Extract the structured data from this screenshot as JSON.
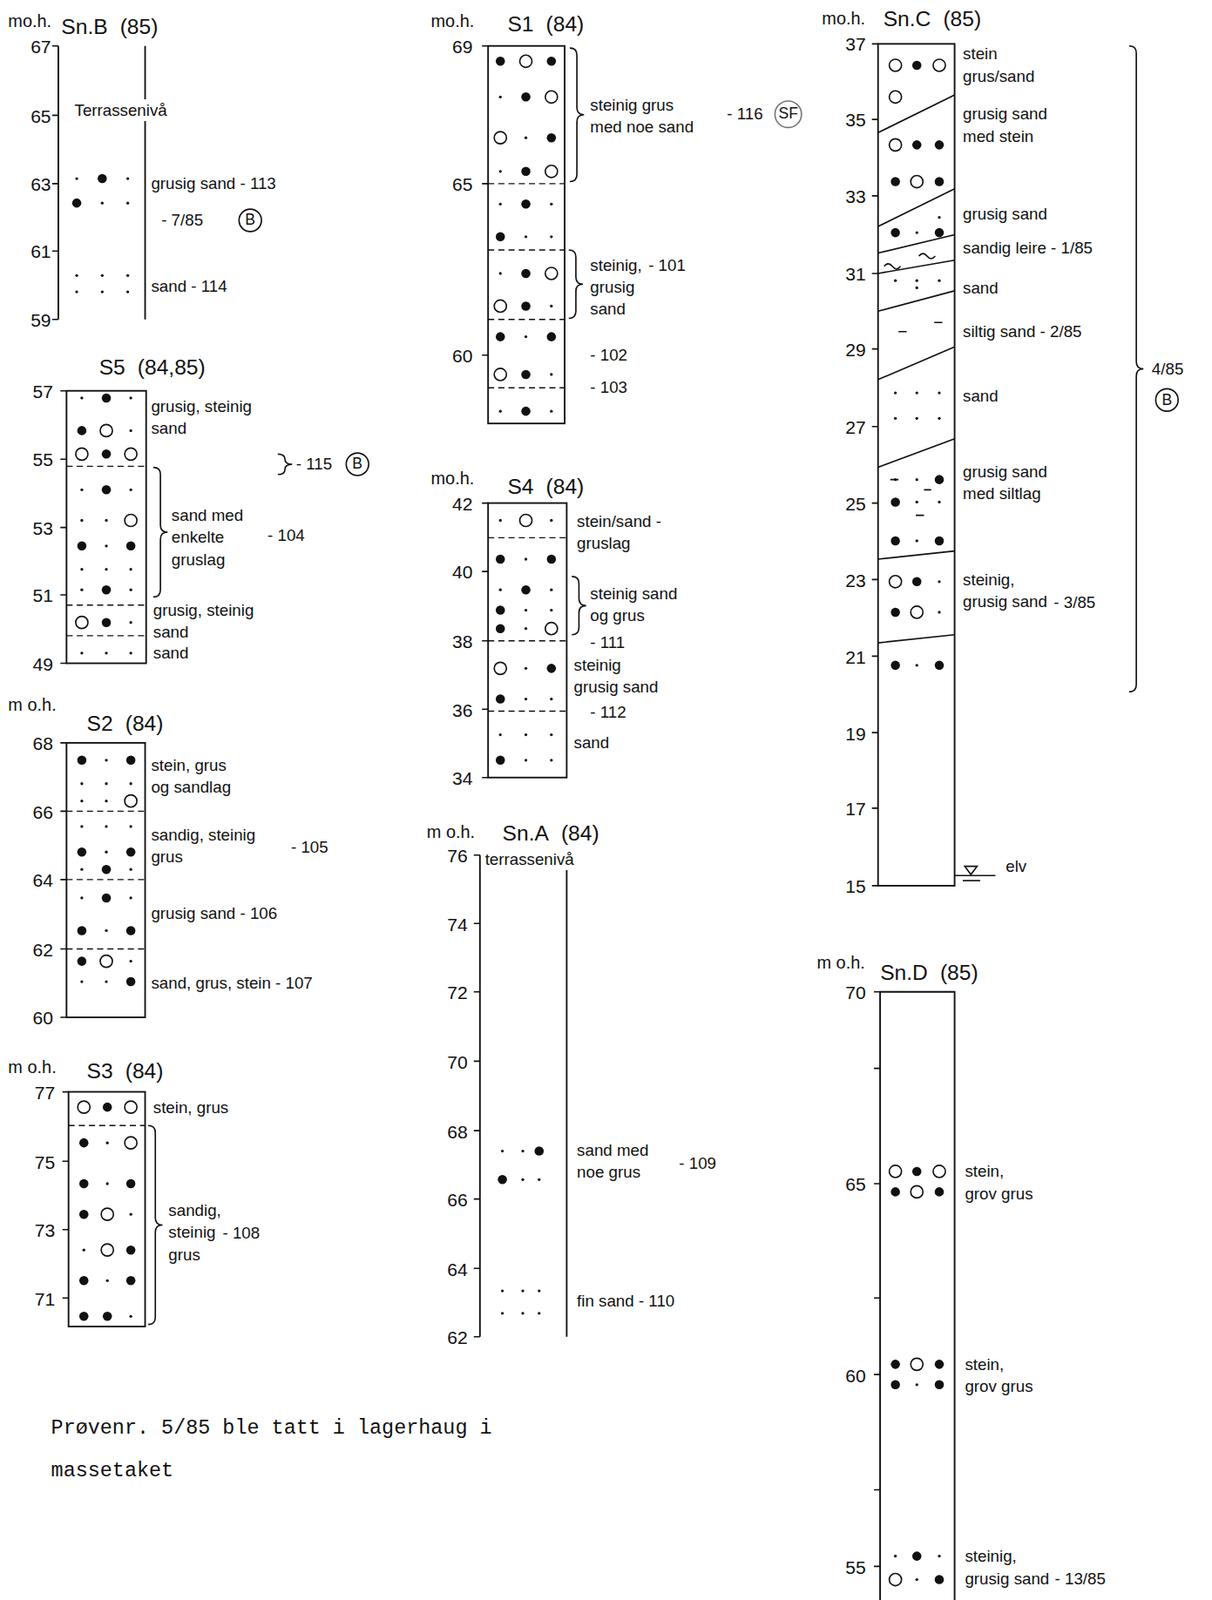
{
  "diagram": {
    "nodes": [
      {
        "text": [
          "Sn.B",
          "(85)"
        ]
      },
      {
        "text": [
          "S5",
          "(84,85)"
        ]
      },
      {
        "text": [
          "S2",
          "(84)"
        ]
      },
      {
        "text": [
          "S3",
          "(84)"
        ]
      },
      {
        "text": [
          "S1",
          "(84)"
        ]
      },
      {
        "text": [
          "S4",
          "(84)"
        ]
      },
      {
        "text": [
          "Sn.A",
          "(84)"
        ]
      },
      {
        "text": [
          "Sn.C",
          "(85)"
        ]
      },
      {
        "text": [
          "Sn.D",
          "(85)"
        ]
      }
    ],
    "labels": [
      "mo.h.",
      "67",
      "65",
      "63",
      "61",
      "59",
      "Terrassenivå",
      "grusig sand - 113",
      "- 7/85",
      "B",
      "sand - 114",
      "57",
      "55",
      "53",
      "51",
      "49",
      "grusig, steinig sand",
      "- 115",
      "B",
      "sand med enkelte gruslag",
      "- 104",
      "grusig, steinig sand",
      "sand",
      "m o.h.",
      "68",
      "66",
      "64",
      "62",
      "60",
      "stein, grus og sandlag",
      "sandig, steinig grus",
      "- 105",
      "grusig sand - 106",
      "sand, grus, stein - 107",
      "m o.h.",
      "77",
      "75",
      "73",
      "71",
      "stein, grus",
      "sandig, steinig grus",
      "- 108",
      "mo.h.",
      "69",
      "65",
      "60",
      "steinig grus med noe sand",
      "- 116",
      "SF",
      "steinig, grusig sand",
      "- 101",
      "- 102",
      "- 103",
      "mo.h.",
      "42",
      "40",
      "38",
      "36",
      "34",
      "stein/sand - gruslag",
      "steinig sand og grus",
      "- 111",
      "steinig grusig sand",
      "- 112",
      "sand",
      "m o.h.",
      "76",
      "74",
      "72",
      "70",
      "68",
      "66",
      "64",
      "62",
      "terrassenivå",
      "sand med noe grus",
      "- 109",
      "fin sand - 110",
      "mo.h.",
      "37",
      "35",
      "33",
      "31",
      "29",
      "27",
      "25",
      "23",
      "21",
      "19",
      "17",
      "15",
      "stein grus/sand",
      "grusig sand med stein",
      "grusig sand",
      "sandig leire - 1/85",
      "sand",
      "siltig sand - 2/85",
      "sand",
      "grusig sand med siltlag",
      "steinig, grusig sand",
      "- 3/85",
      "elv",
      "4/85",
      "B",
      "m o.h.",
      "70",
      "65",
      "60",
      "55",
      "stein, grov grus",
      "stein, grov grus",
      "steinig, grusig sand",
      "- 13/85",
      "Prøvenr. 5/85 ble tatt i lagerhaug i massetaket"
    ]
  }
}
